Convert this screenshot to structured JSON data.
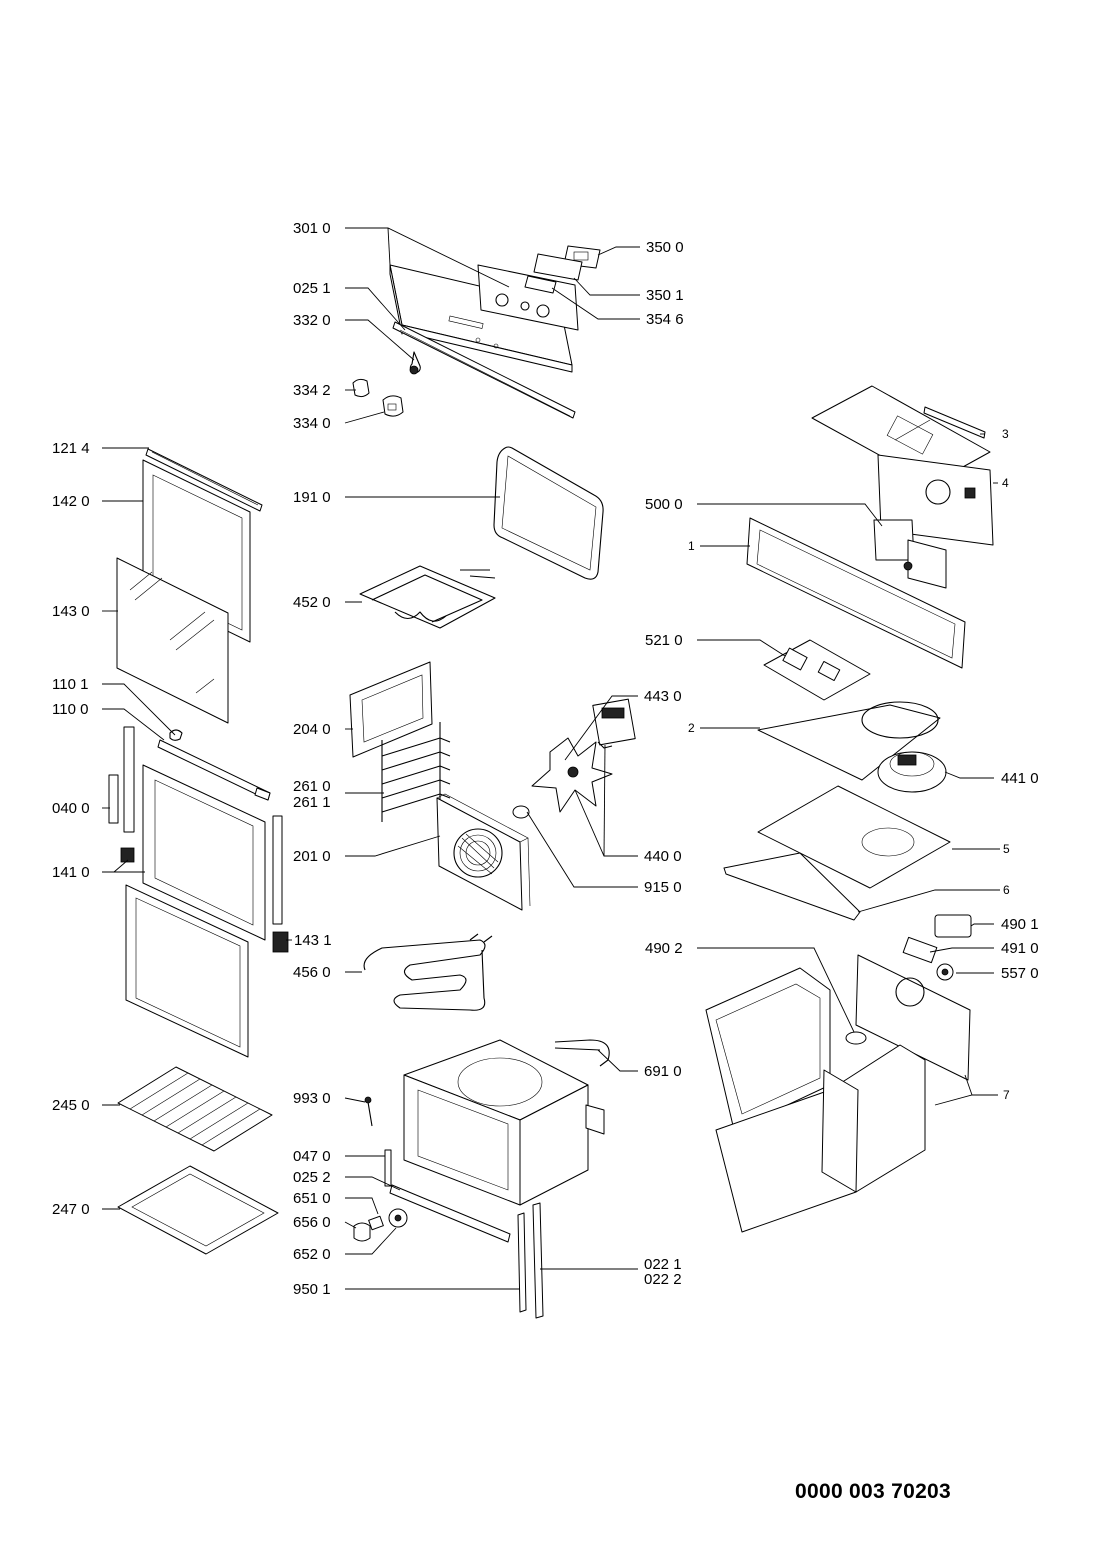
{
  "document_number": "0000 003 70203",
  "part_labels": {
    "p3010": "301 0",
    "p0251": "025 1",
    "p3320": "332 0",
    "p3342": "334 2",
    "p3340": "334 0",
    "p3500": "350 0",
    "p3501": "350 1",
    "p3546": "354 6",
    "p1214": "121 4",
    "p1420": "142 0",
    "p1430": "143 0",
    "p1101": "110 1",
    "p1100": "110 0",
    "p0400": "040 0",
    "p1410": "141 0",
    "p1431": "143 1",
    "p2450": "245 0",
    "p2470": "247 0",
    "p1910": "191 0",
    "p4520": "452 0",
    "p2040": "204 0",
    "p2610": "261 0",
    "p2611": "261 1",
    "p2010": "201 0",
    "p4560": "456 0",
    "p9930": "993 0",
    "p0470": "047 0",
    "p0252": "025 2",
    "p6510": "651 0",
    "p6560": "656 0",
    "p6520": "652 0",
    "p9501": "950 1",
    "p0221": "022 1",
    "p0222": "022 2",
    "p6910": "691 0",
    "p4430": "443 0",
    "p4400": "440 0",
    "p9150": "915 0",
    "p5000": "500 0",
    "p5210": "521 0",
    "p4410": "441 0",
    "p4901": "490 1",
    "p4902": "490 2",
    "p4910": "491 0",
    "p5570": "557 0",
    "n1": "1",
    "n2": "2",
    "n3": "3",
    "n4": "4",
    "n5": "5",
    "n6": "6",
    "n7": "7"
  }
}
